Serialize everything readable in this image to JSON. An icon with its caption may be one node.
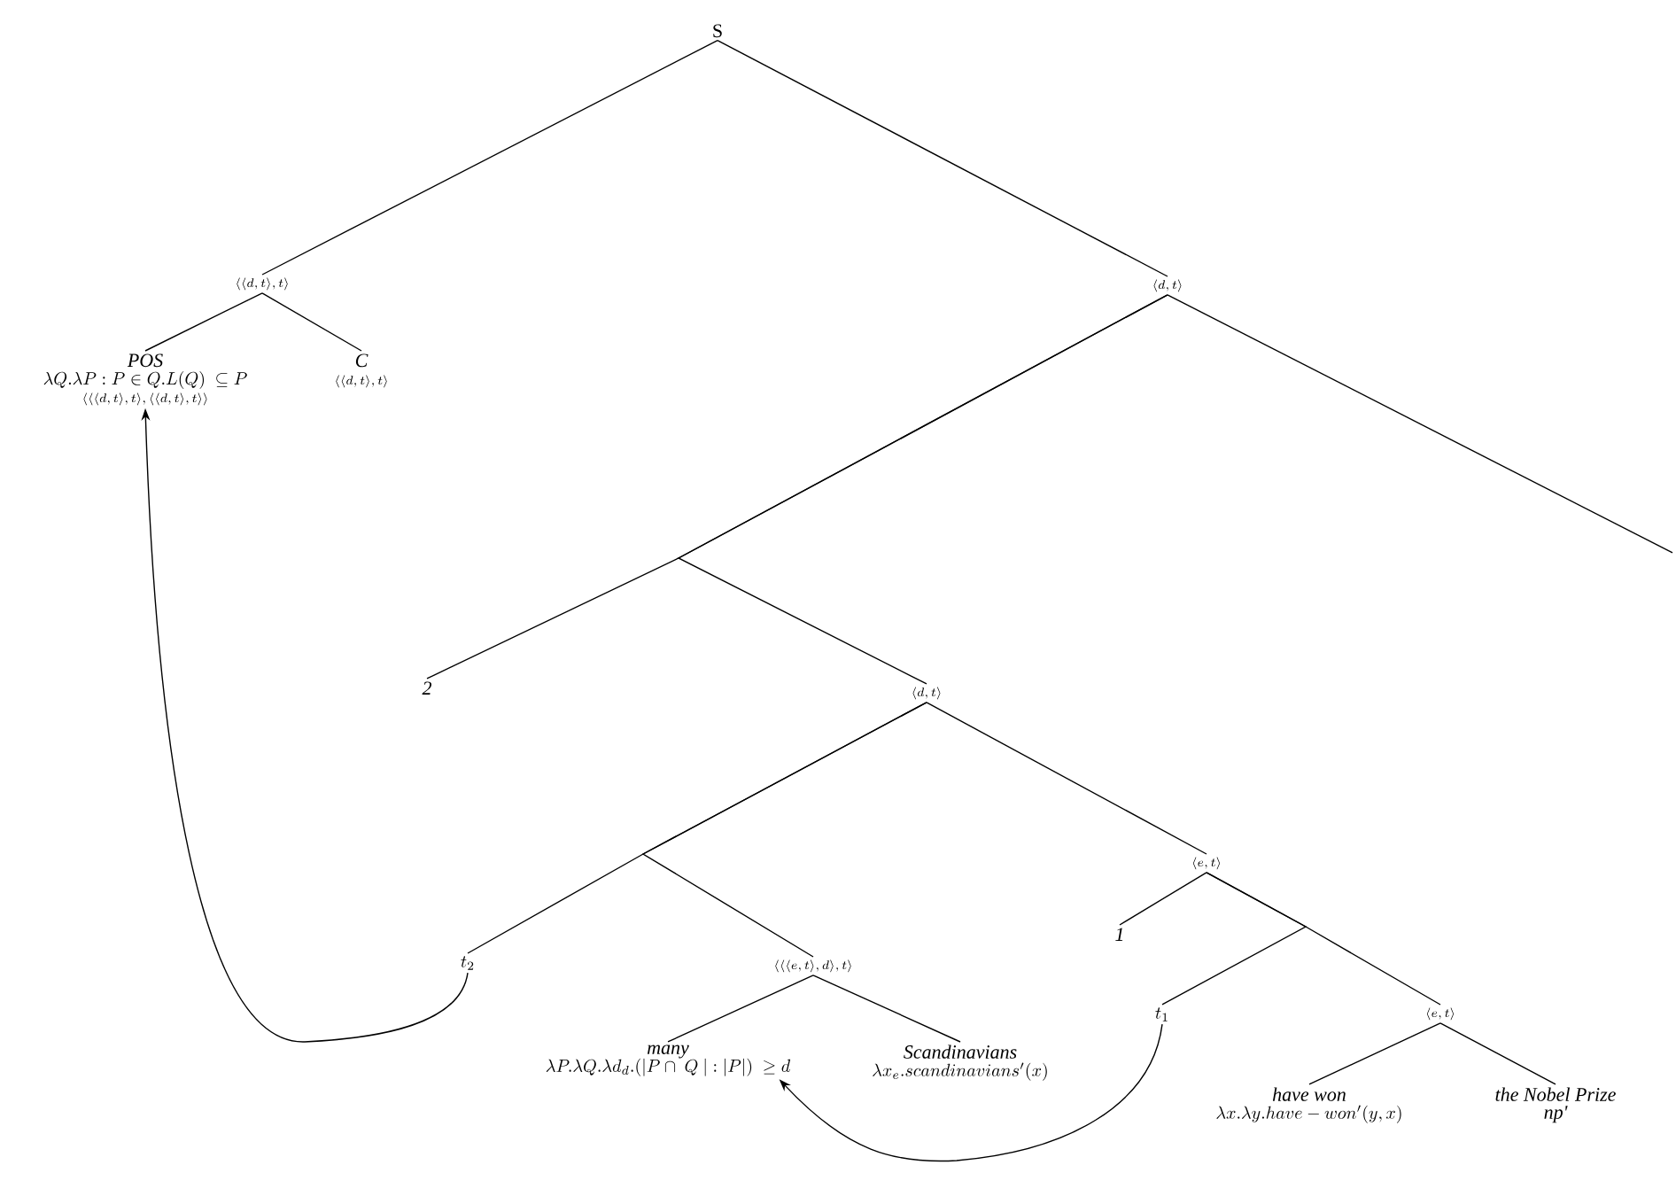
{
  "diagram": {
    "nodes": [
      {
        "text": [
          "S"
        ]
      },
      {
        "text": [
          "\\langle\\langle d,t\\rangle,t\\rangle"
        ]
      },
      {
        "text": [
          "\\langle d,t\\rangle"
        ]
      },
      {
        "text": [
          "POS",
          "\\lambda Q.\\lambda P: P\\in Q.L(Q)\\ \\subseteq P",
          "\\langle\\langle\\langle d,t\\rangle,t\\rangle,\\langle\\langle d,t\\rangle,t\\rangle\\rangle"
        ]
      },
      {
        "text": [
          "C",
          "\\langle\\langle d,t\\rangle,t\\rangle"
        ]
      },
      {
        "text": [
          "2"
        ]
      },
      {
        "text": [
          "\\langle d,t\\rangle"
        ]
      },
      {
        "text": [
          "t_2"
        ]
      },
      {
        "text": [
          "\\langle\\langle\\langle e,t\\rangle,d\\rangle,t\\rangle"
        ]
      },
      {
        "text": [
          "\\langle e,t\\rangle"
        ]
      },
      {
        "text": [
          "1"
        ]
      },
      {
        "text": [
          "t_1"
        ]
      },
      {
        "text": [
          "\\langle e,t\\rangle"
        ]
      },
      {
        "text": [
          "many",
          "\\lambda P.\\lambda Q.\\lambda d_d.(|P\\cap\\ Q\\ |:|P|)\\ \\geq d"
        ]
      },
      {
        "text": [
          "Scandinavians",
          "\\lambda x_e.scandinavians'(x)"
        ]
      },
      {
        "text": [
          "have won",
          "\\lambda x.\\lambda y.have-won'(y,x)"
        ]
      },
      {
        "text": [
          "the Nobel Prize",
          "np'"
        ]
      }
    ],
    "edges": [
      {
        "from": 0,
        "to": 1,
        "arrow": "none"
      },
      {
        "from": 0,
        "to": 2,
        "arrow": "none"
      },
      {
        "from": 1,
        "to": 3,
        "arrow": "none"
      },
      {
        "from": 1,
        "to": 4,
        "arrow": "none"
      },
      {
        "from": 2,
        "to": 5,
        "arrow": "none"
      },
      {
        "from": 2,
        "to": 6,
        "arrow": "none"
      },
      {
        "from": 2,
        "to": null,
        "arrow": "none"
      },
      {
        "from": 6,
        "to": 7,
        "arrow": "none"
      },
      {
        "from": 6,
        "to": 8,
        "arrow": "none"
      },
      {
        "from": 6,
        "to": 9,
        "arrow": "none"
      },
      {
        "from": 8,
        "to": 13,
        "arrow": "none"
      },
      {
        "from": 8,
        "to": 14,
        "arrow": "none"
      },
      {
        "from": 9,
        "to": 10,
        "arrow": "none"
      },
      {
        "from": 9,
        "to": 11,
        "arrow": "none"
      },
      {
        "from": 9,
        "to": 12,
        "arrow": "none"
      },
      {
        "from": 12,
        "to": 15,
        "arrow": "none"
      },
      {
        "from": 12,
        "to": 16,
        "arrow": "none"
      },
      {
        "from": 7,
        "to": 3,
        "arrow": "to"
      },
      {
        "from": 11,
        "to": 13,
        "arrow": "to"
      }
    ]
  }
}
